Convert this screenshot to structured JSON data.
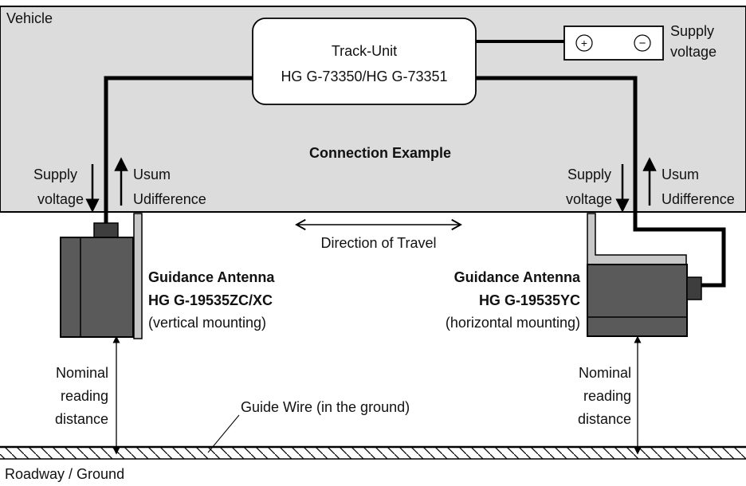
{
  "vehicle_label": "Vehicle",
  "track_unit": {
    "line1": "Track-Unit",
    "line2": "HG G-73350/HG G-73351"
  },
  "power_supply": {
    "label_line1": "Supply",
    "label_line2": "voltage",
    "plus_symbol": "+",
    "minus_symbol": "−"
  },
  "connection_title": "Connection Example",
  "left_signals": {
    "supply_line1": "Supply",
    "supply_line2": "voltage",
    "usum": "Usum",
    "udiff": "Udifference"
  },
  "right_signals": {
    "supply_line1": "Supply",
    "supply_line2": "voltage",
    "usum": "Usum",
    "udiff": "Udifference"
  },
  "direction_of_travel": "Direction of Travel",
  "left_antenna": {
    "title": "Guidance Antenna",
    "model": "HG G-19535ZC/XC",
    "mounting": "(vertical mounting)"
  },
  "right_antenna": {
    "title": "Guidance Antenna",
    "model": "HG G-19535YC",
    "mounting": "(horizontal mounting)"
  },
  "left_distance": {
    "line1": "Nominal",
    "line2": "reading",
    "line3": "distance"
  },
  "right_distance": {
    "line1": "Nominal",
    "line2": "reading",
    "line3": "distance"
  },
  "guide_wire": "Guide Wire (in the ground)",
  "roadway": "Roadway / Ground",
  "colors": {
    "vehicle_fill": "#dcdcdc",
    "antenna_fill": "#5a5a5a",
    "connector_fill": "#3e3e3e",
    "line": "#000000"
  }
}
